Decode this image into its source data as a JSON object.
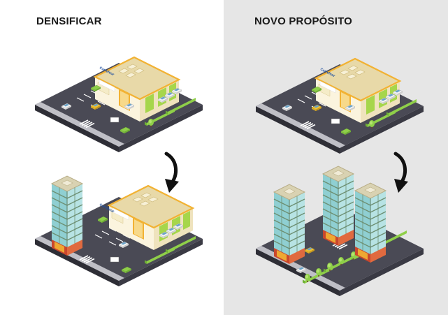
{
  "panels": {
    "left": {
      "title": "DENSIFICAR"
    },
    "right": {
      "title": "NOVO PROPÓSITO"
    }
  },
  "store": {
    "sign": "Carrefour"
  },
  "colors": {
    "asphalt": "#4a4a55",
    "asphalt_side": "#2e2e36",
    "parking_line": "#ffffff",
    "roof": "#e8d9a8",
    "roof_trim": "#f2b233",
    "wall_front": "#fbf4de",
    "wall_side": "#efe3bd",
    "green_panel": "#a6d64b",
    "tower_glass": "#9fd6d8",
    "tower_frame": "#6d8f72",
    "tower_base": "#c9472d",
    "grass": "#8fcf49",
    "right_bg": "#e6e6e6",
    "arrow": "#111111"
  }
}
